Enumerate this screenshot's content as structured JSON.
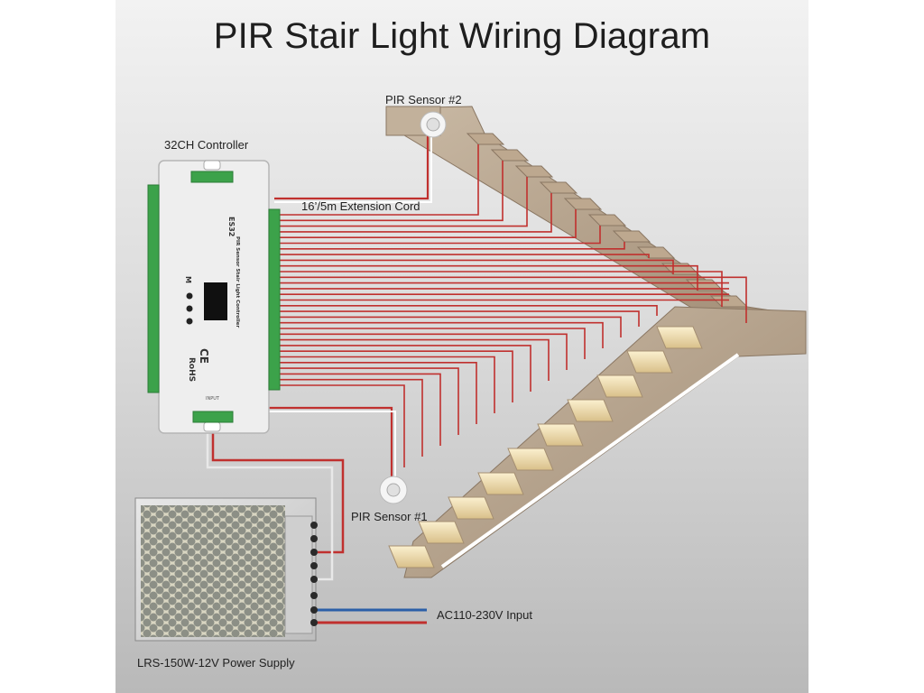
{
  "title": "PIR Stair Light Wiring Diagram",
  "labels": {
    "pir_sensor_2": "PIR Sensor #2",
    "pir_sensor_1": "PIR Sensor #1",
    "controller": "32CH Controller",
    "extension_cord": "16’/5m Extension Cord",
    "ac_input": "AC110-230V Input",
    "power_supply": "LRS-150W-12V Power Supply"
  },
  "controller_face": {
    "model": "ES32",
    "name": "PIR Sensor Stair Light Controller",
    "mark_ce": "CE",
    "mark_rohs": "RoHS",
    "button_m": "M",
    "input_label": "INPUT"
  },
  "colors": {
    "wire_red": "#c0302e",
    "wire_blue": "#2b5fa8",
    "stone": "#b49f86",
    "step_light": "#f3e2b8",
    "controller_body": "#eeeeee",
    "terminal_green": "#3ca24a"
  }
}
